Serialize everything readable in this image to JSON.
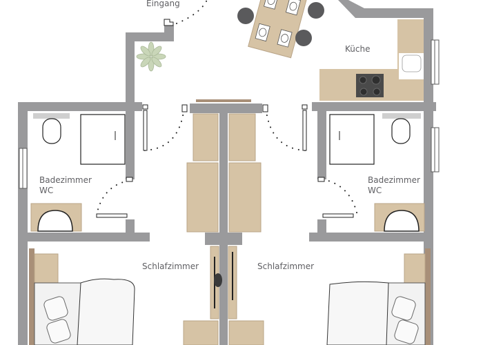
{
  "plan": {
    "type": "apartment floor plan",
    "colors": {
      "wall": "#9a9a9c",
      "furniture": "#d6c3a5",
      "furniture_dark": "#b9a487",
      "chair": "#5a5a5c",
      "stove": "#4a4a4a",
      "plant": "#c9d6b8",
      "label": "#5e5e62"
    }
  },
  "rooms": {
    "entrance": {
      "label": "Eingang"
    },
    "kitchen": {
      "label": "Küche"
    },
    "bath_left": {
      "line1": "Badezimmer",
      "line2": "WC"
    },
    "bath_right": {
      "line1": "Badezimmer",
      "line2": "WC"
    },
    "bedroom_left": {
      "label": "Schlafzimmer"
    },
    "bedroom_right": {
      "label": "Schlafzimmer"
    }
  }
}
